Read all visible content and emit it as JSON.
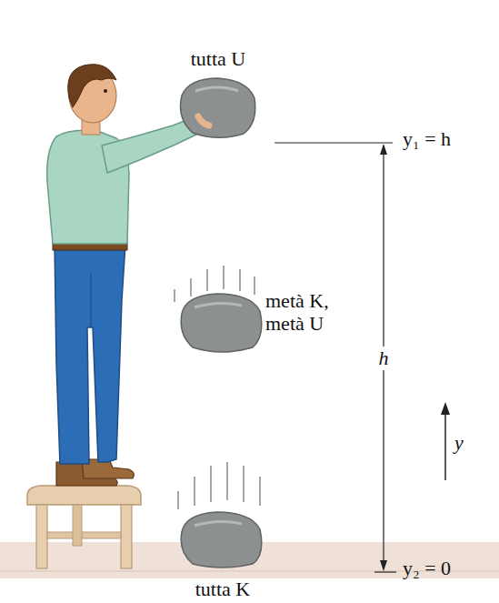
{
  "diagram": {
    "labels": [
      "tutta U",
      "y₁ = h",
      "metà K, metà U",
      "h",
      "y",
      "tutta K",
      "y₂ = 0"
    ]
  }
}
